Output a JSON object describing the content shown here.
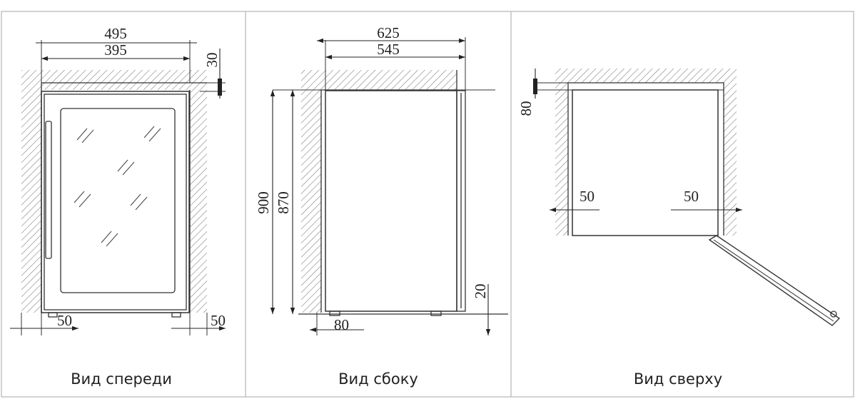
{
  "colors": {
    "line": "#333333",
    "hatch": "#8a8a8a",
    "panel_border": "#b5b5b5",
    "text": "#222222"
  },
  "front_view": {
    "caption": "Вид спереди",
    "dim_overall_width": "495",
    "dim_inner_width": "395",
    "dim_top_gap": "30",
    "dim_left_gap": "50",
    "dim_right_gap": "50"
  },
  "side_view": {
    "caption": "Вид сбоку",
    "dim_overall_depth": "625",
    "dim_body_depth": "545",
    "dim_overall_height": "900",
    "dim_body_height": "870",
    "dim_back_gap": "80",
    "dim_foot_height": "20"
  },
  "top_view": {
    "caption": "Вид сверху",
    "dim_back_gap": "80",
    "dim_left_gap": "50",
    "dim_right_gap": "50"
  }
}
